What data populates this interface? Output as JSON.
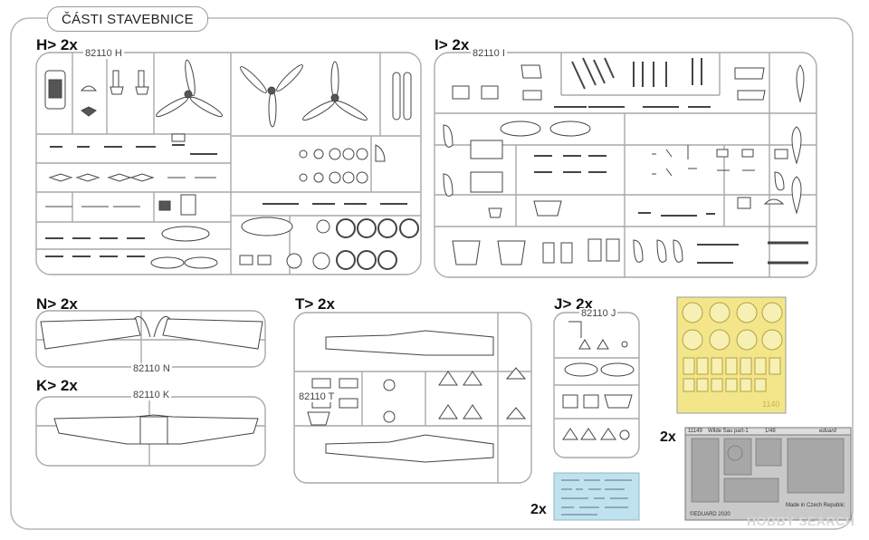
{
  "header": {
    "title": "ČÁSTI STAVEBNICE"
  },
  "sprues": {
    "H": {
      "label": "H> 2x",
      "code": "82110 H"
    },
    "I": {
      "label": "I> 2x",
      "code": "82110 I"
    },
    "N": {
      "label": "N> 2x",
      "code": "82110 N"
    },
    "K": {
      "label": "K> 2x",
      "code": "82110 K"
    },
    "T": {
      "label": "T> 2x",
      "code": "82110 T"
    },
    "J": {
      "label": "J> 2x",
      "code": "82110 J"
    }
  },
  "mask": {
    "note": "1140"
  },
  "photoetch": {
    "multiplier": "2x",
    "header_left": "11149",
    "header_title": "Wilde Sau part-1",
    "header_scale": "1/48",
    "brand": "eduard",
    "made_in": "Made in Czech Republic",
    "copyright": "©EDUARD 2020"
  },
  "decals": {
    "multiplier": "2x"
  },
  "watermark": {
    "text": "HOBBY SEARCH"
  },
  "colors": {
    "frame": "#a8a8a8",
    "mask": "#f3e68a",
    "photoetch": "#c9c9c9",
    "decal": "#bfe3ee"
  }
}
